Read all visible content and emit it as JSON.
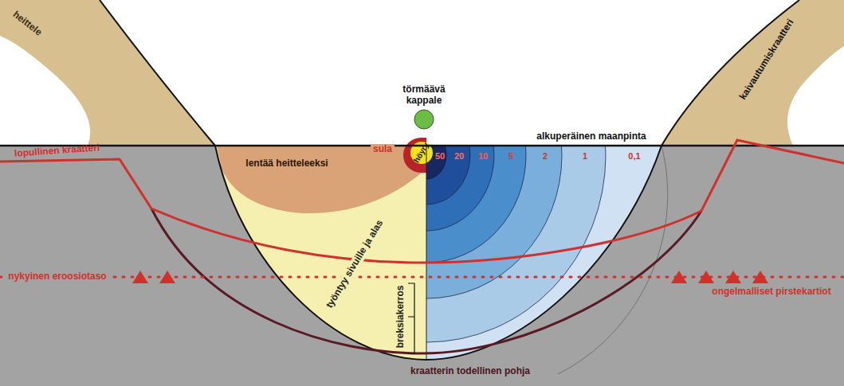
{
  "diagram": {
    "nodes": [
      {
        "text": [
          "törmäävä kappale"
        ]
      }
    ],
    "labels": [
      "heittele",
      "lopullinen kraatteri",
      "alkuperäinen maanpinta",
      "kaivautumiskraatteri",
      "lentää heitteleeksi",
      "sula",
      "höyry",
      "50",
      "20",
      "10",
      "5",
      "2",
      "1",
      "0,1",
      "työntyy sivuille ja alas",
      "breksiakerros",
      "nykyinen eroosiotaso",
      "ongelmalliset pirstekartiot",
      "kraatterin todellinen pohja"
    ]
  }
}
